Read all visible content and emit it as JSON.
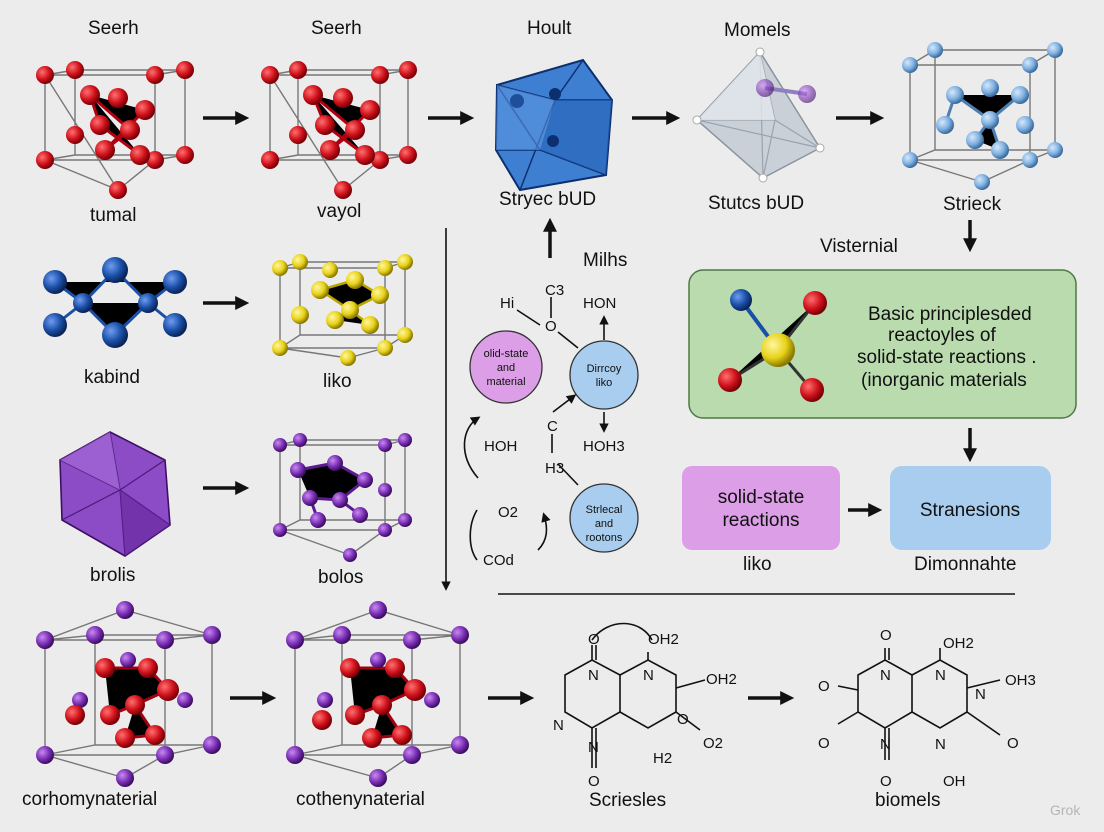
{
  "labels": {
    "r1_title1": "Seerh",
    "r1_title2": "Seerh",
    "r1_title3": "Hoult",
    "r1_title4": "Momels",
    "r1_cap1": "tumal",
    "r1_cap2": "vayol",
    "r1_cap3": "Stryec bUD",
    "r1_cap4": "Stutcs bUD",
    "r1_cap5": "Strieck",
    "r2_cap1": "kabind",
    "r2_cap2": "liko",
    "r3_cap1": "brolis",
    "r3_cap2": "bolos",
    "r4_cap1": "corhomynaterial",
    "r4_cap2": "cothenynaterial",
    "r4_cap3": "Scriesles",
    "r4_cap4": "biomels",
    "visternial": "Visternial",
    "milhs": "Milhs",
    "mid_c3": "C3",
    "mid_hi": "Hi",
    "mid_o": "O",
    "mid_hon": "HON",
    "mid_c": "C",
    "mid_hoh1": "HOH",
    "mid_hoh3": "HOH3",
    "mid_h3": "H3",
    "mid_o2": "O2",
    "mid_co": "COd",
    "circle1": [
      "olid-state",
      "and",
      "material"
    ],
    "circle2": [
      "Dirrcoy",
      "liko"
    ],
    "circle3": [
      "Strlecal",
      "and",
      "rootons"
    ],
    "green_box": [
      "Basic principlesded",
      "reactoyles of",
      "solid-state reactions .",
      "(inorganic materials"
    ],
    "pink_box": [
      "solid-state",
      "reactions"
    ],
    "blue_box": "Stranesions",
    "pink_cap": "liko",
    "blue_cap": "Dimonnahte",
    "mol1": {
      "o1": "O",
      "oh2": "OH2",
      "n1": "N",
      "n2": "N",
      "n3": "N",
      "n4": "N",
      "oh": "OH2",
      "o2": "O",
      "o02": "O2",
      "h2": "H2",
      "o3": "O"
    },
    "mol2": {
      "oh2": "OH2",
      "o1": "O",
      "oh3": "OH3",
      "n1": "N",
      "n2": "N",
      "n3": "N",
      "n4": "N",
      "n5": "N",
      "o2": "O",
      "o3": "O",
      "o4": "O",
      "o5": "O",
      "oh": "OH"
    },
    "watermark": "Grok"
  },
  "colors": {
    "red": "#d0121b",
    "blue": "#1a4fa8",
    "yellow": "#e8d21a",
    "purple": "#7a2fb5",
    "light_blue": "#7fb0e0",
    "green_box": "#b9dbae",
    "pink_box": "#dc9ee6",
    "blue_box": "#a8cdef"
  }
}
